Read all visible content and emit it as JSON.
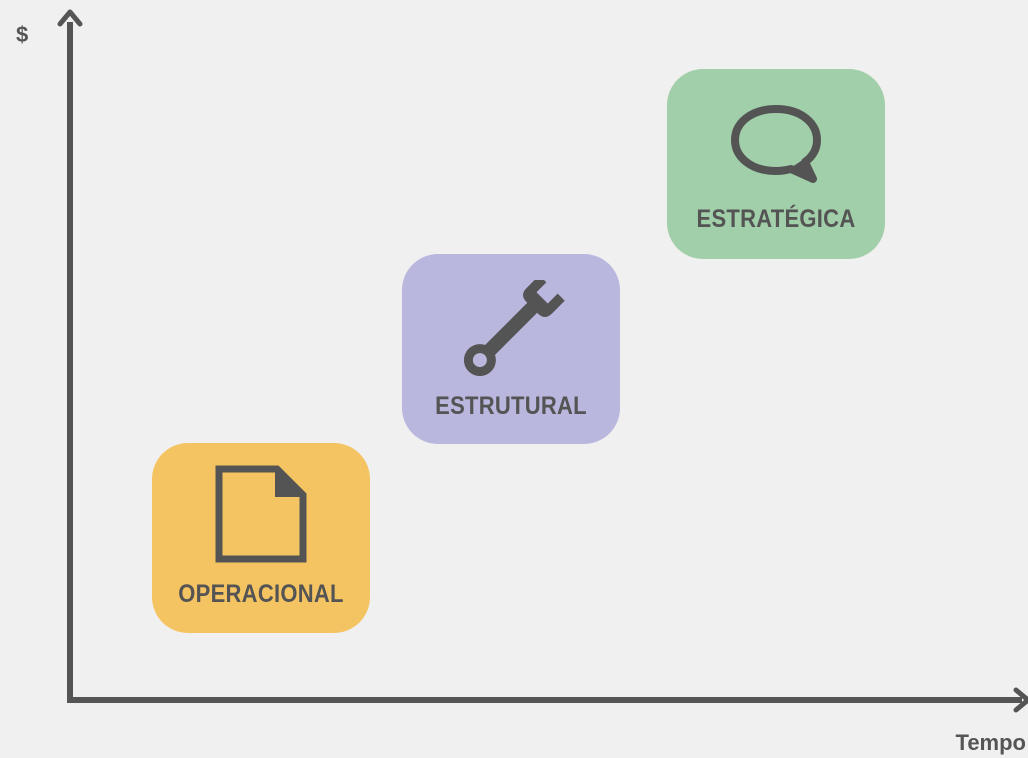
{
  "axes": {
    "y_label": "$",
    "x_label": "Tempo"
  },
  "colors": {
    "axis": "#555555",
    "background": "#f0f0f0",
    "operacional": "#f5c462",
    "estrutural": "#b9b7de",
    "estrategica": "#a1cfaa"
  },
  "cards": [
    {
      "label": "OPERACIONAL",
      "icon": "document-icon"
    },
    {
      "label": "ESTRUTURAL",
      "icon": "wrench-icon"
    },
    {
      "label": "ESTRATÉGICA",
      "icon": "speech-bubble-icon"
    }
  ]
}
